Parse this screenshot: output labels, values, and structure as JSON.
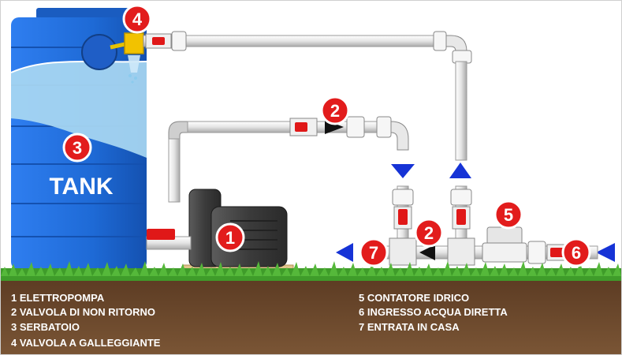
{
  "tank": {
    "label": "TANK"
  },
  "badges": {
    "pump": "1",
    "check_valve_top": "2",
    "check_valve_bottom": "2",
    "tank_number": "3",
    "float_valve": "4",
    "water_meter": "5",
    "water_inlet": "6",
    "house_entry": "7"
  },
  "legend": {
    "left": [
      "1 ELETTROPOMPA",
      "2 VALVOLA DI NON RITORNO",
      "3 SERBATOIO",
      "4 VALVOLA A GALLEGGIANTE"
    ],
    "right": [
      "5 CONTATORE IDRICO",
      "6 INGRESSO ACQUA DIRETTA",
      "7 ENTRATA IN CASA"
    ]
  },
  "colors": {
    "tank_blue": "#1e6ad6",
    "water_light": "#a9d8f2",
    "badge_red": "#e21c1c",
    "arrow_blue": "#1633d6",
    "pipe": "#e8e8e8",
    "grass": "#3f9c2a",
    "soil": "#6e4a2e",
    "valve_red": "#e01818"
  }
}
